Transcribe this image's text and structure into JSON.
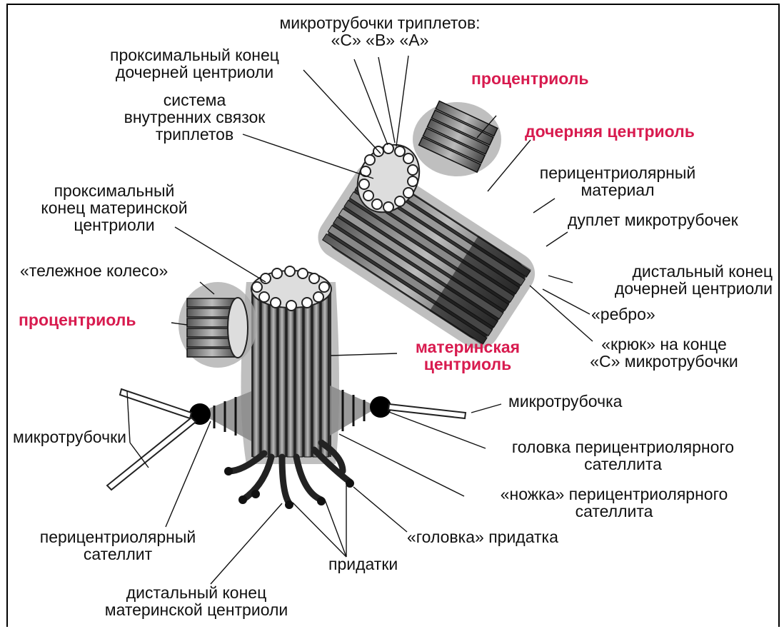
{
  "colors": {
    "accent_red": "#d81b4f",
    "text": "#111111",
    "background": "#ffffff"
  },
  "labels": {
    "microtubules_triplets": "микротрубочки триплетов:\n«C» «B» «A»",
    "proximal_end_daughter": "проксимальный конец\nдочерней центриоли",
    "internal_links": "система\nвнутренних связок\nтриплетов",
    "procentriole_top": "процентриоль",
    "daughter_centriole": "дочерняя центриоль",
    "pericentriolar_material": "перицентриолярный\nматериал",
    "doublet": "дуплет микротрубочек",
    "distal_end_daughter": "дистальный конец\nдочерней центриоли",
    "rib": "«ребро»",
    "hook": "«крюк» на конце\n«C» микротрубочки",
    "proximal_end_mother": "проксимальный\nконец материнской\nцентриоли",
    "cartwheel": "«тележное колесо»",
    "procentriole_left": "процентриоль",
    "mother_centriole": "материнская\nцентриоль",
    "microtubule": "микротрубочка",
    "microtubules": "микротрубочки",
    "satellite_head": "головка перицентриолярного\nсателлита",
    "satellite_stalk": "«ножка» перицентриолярного\nсателлита",
    "pericentriolar_satellite": "перицентриолярный\nсателлит",
    "appendage_head": "«головка» придатка",
    "appendages": "придатки",
    "distal_end_mother": "дистальный конец\nматеринской центриоли"
  }
}
